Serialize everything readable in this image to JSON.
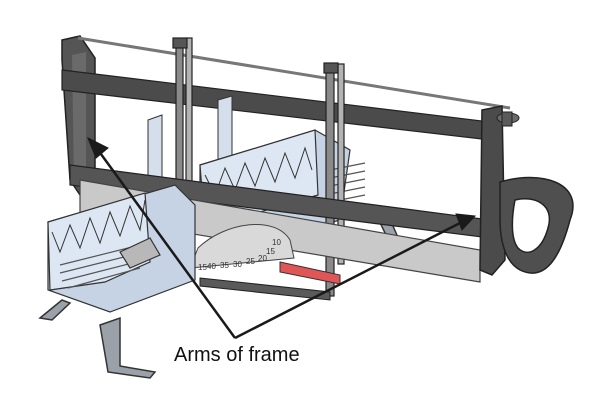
{
  "caption": "Arms of frame",
  "protractor_ticks": [
    "15",
    "40",
    "35",
    "30",
    "25",
    "20",
    "15",
    "10"
  ],
  "colors": {
    "frame": "#4b4b4b",
    "frame_dark": "#2f2f2f",
    "box_face": "#dde7f3",
    "box_side": "#c6d3e4",
    "blade": "#c9c9c9",
    "red_block": "#e05555",
    "arrow": "#1a1a1a"
  },
  "icons": {
    "wing_nut": "wing-nut-icon"
  }
}
